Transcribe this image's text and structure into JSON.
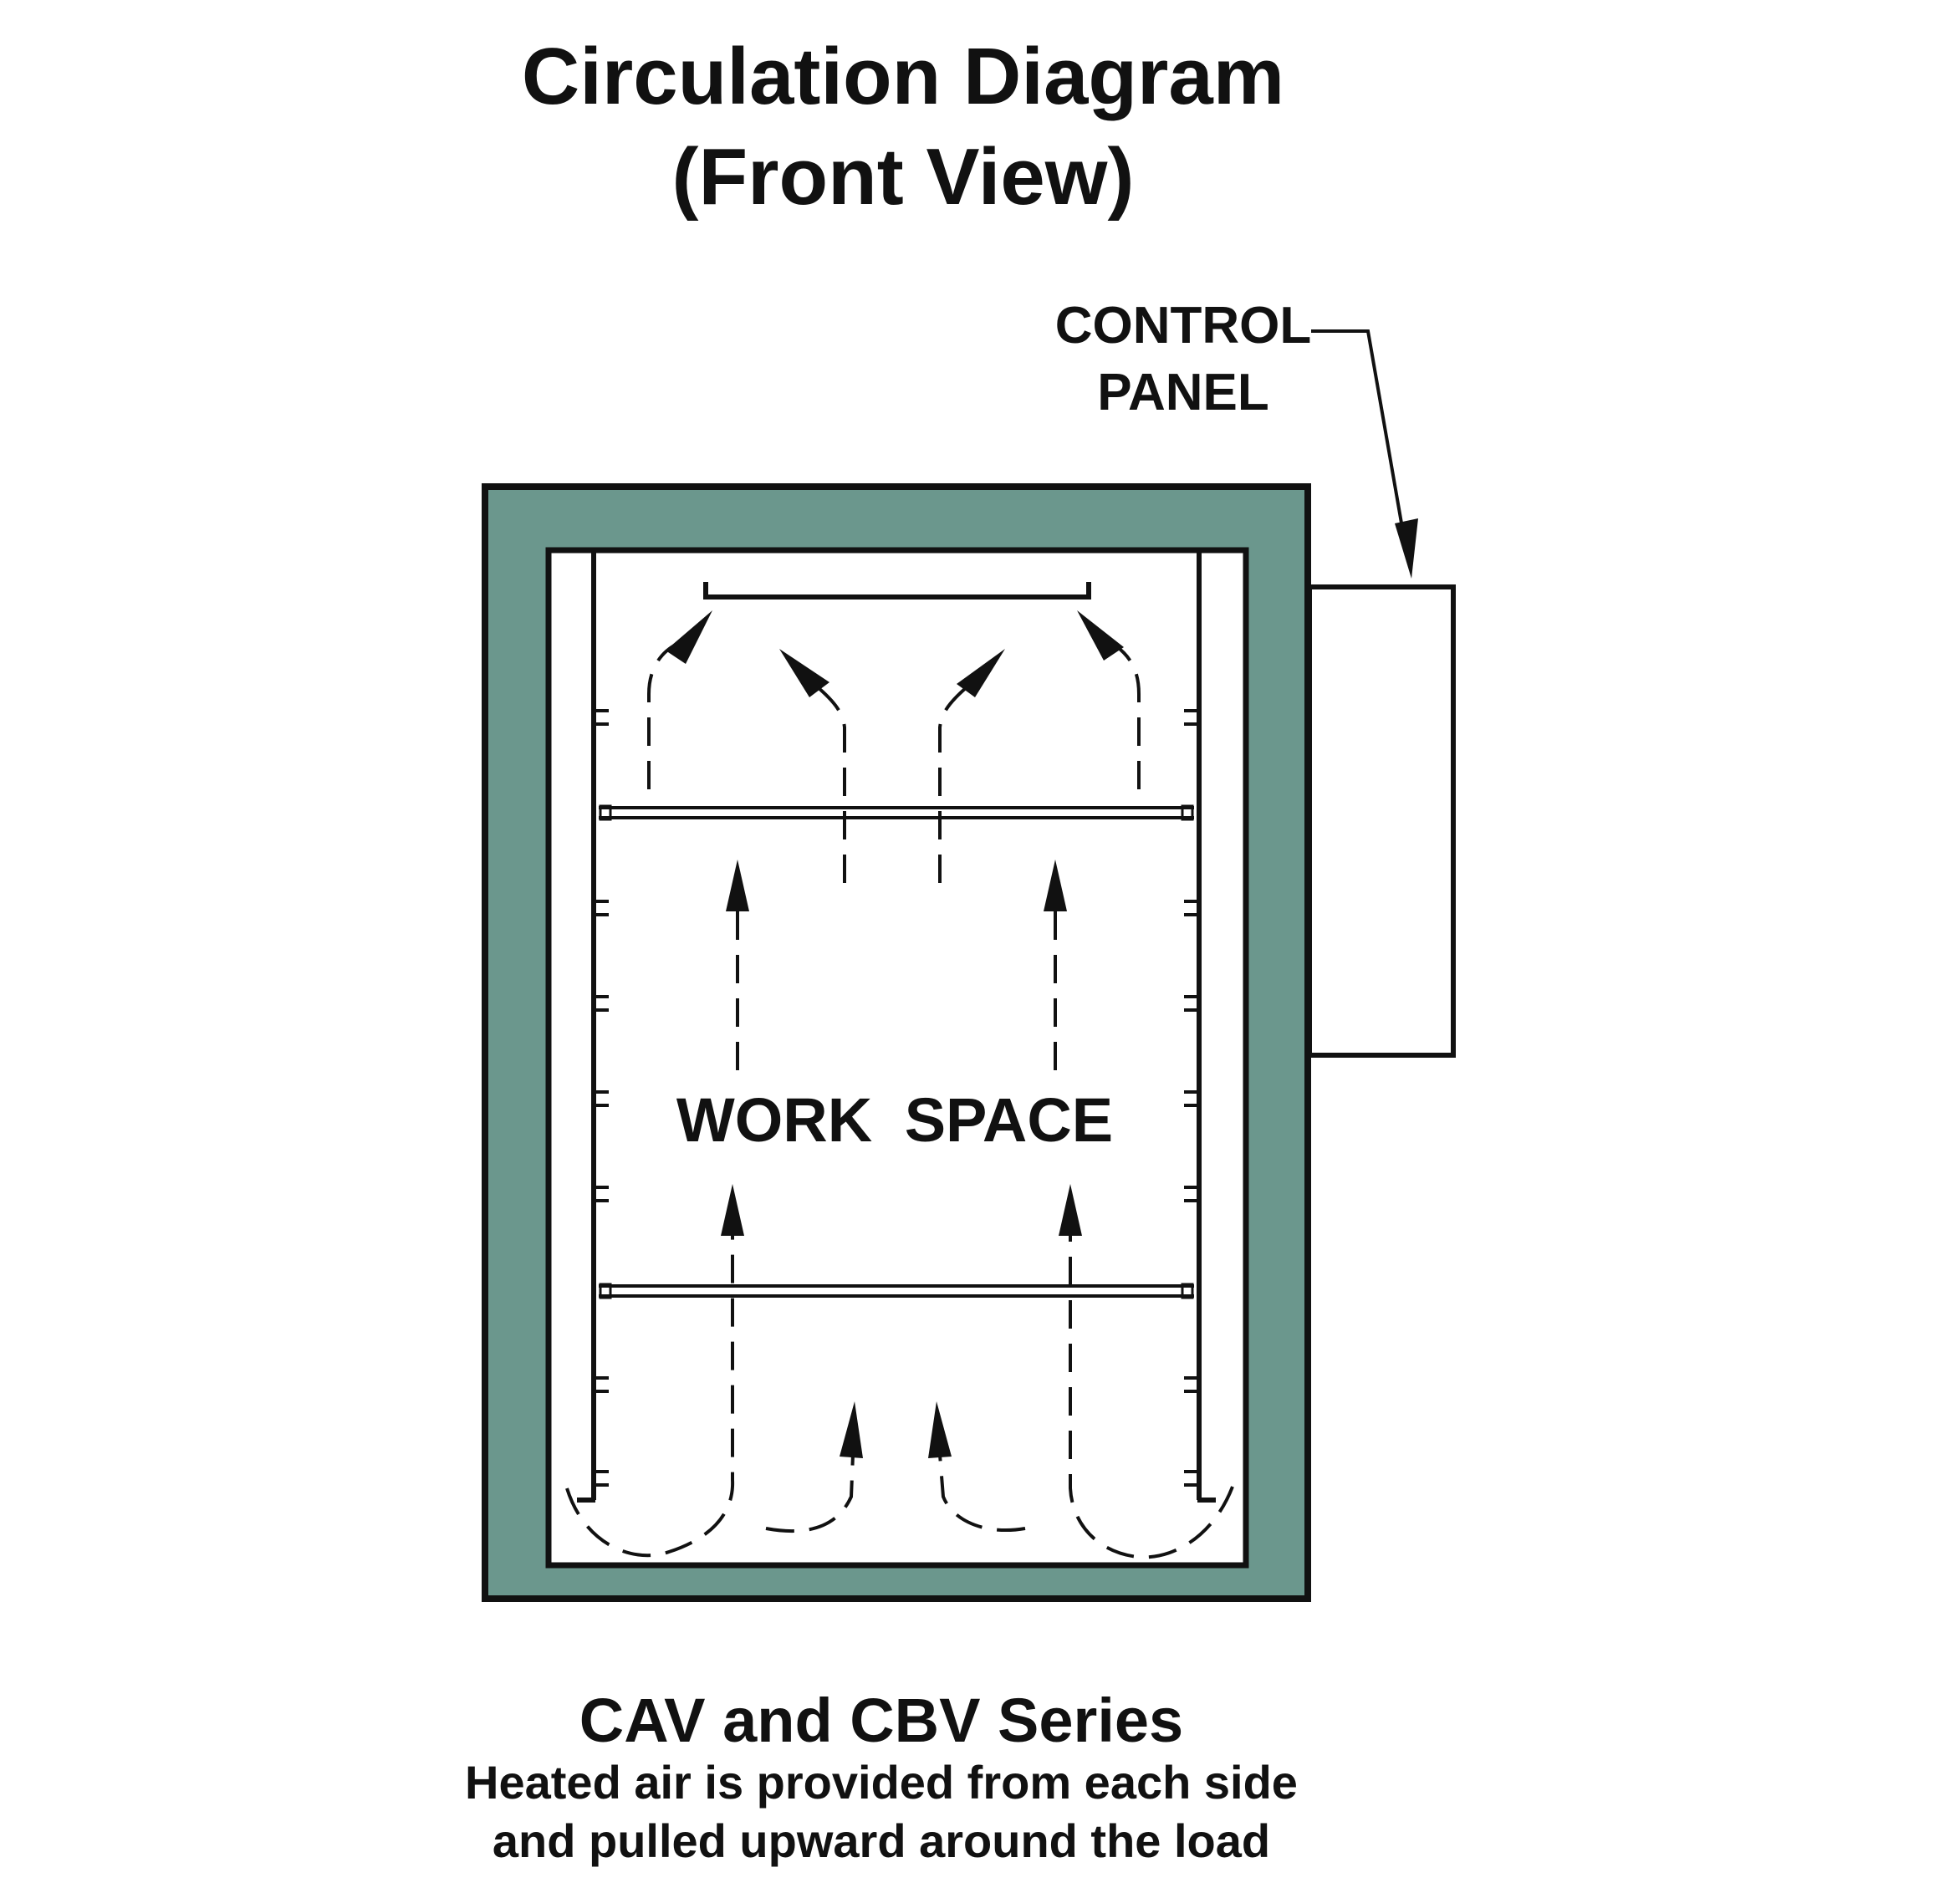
{
  "title": {
    "line1": "Circulation Diagram",
    "line2": "(Front View)"
  },
  "labels": {
    "control_panel_line1": "CONTROL",
    "control_panel_line2": "PANEL",
    "work_space": "WORK  SPACE"
  },
  "caption": {
    "series": "CAV and CBV Series",
    "line1": "Heated air is provided from each side",
    "line2": "and pulled upward around the load"
  },
  "colors": {
    "insulation": "#6b978d",
    "stroke": "#111111",
    "background": "#ffffff"
  }
}
